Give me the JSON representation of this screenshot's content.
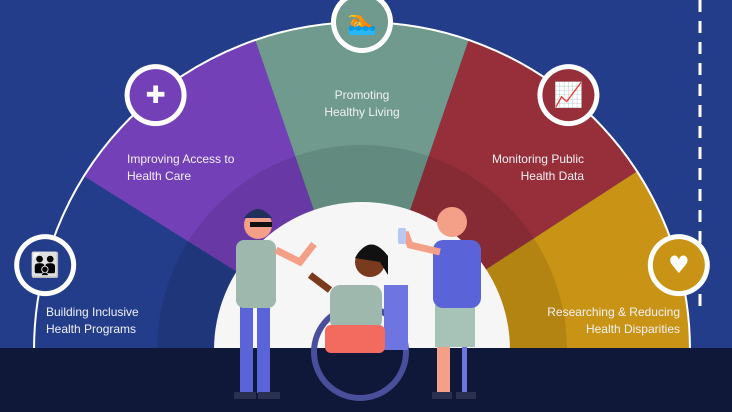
{
  "segments": [
    {
      "label_line1": "Building Inclusive",
      "label_line2": "Health Programs",
      "icon": "family-icon",
      "color": "#233d8a"
    },
    {
      "label_line1": "Improving Access to",
      "label_line2": "Health Care",
      "icon": "medical-kit-icon",
      "color": "#7440b8"
    },
    {
      "label_line1": "Promoting",
      "label_line2": "Healthy Living",
      "icon": "swimmer-icon",
      "color": "#6f9a8d"
    },
    {
      "label_line1": "Monitoring Public",
      "label_line2": "Health Data",
      "icon": "line-chart-icon",
      "color": "#962f39"
    },
    {
      "label_line1": "Researching & Reducing",
      "label_line2": "Health Disparities",
      "icon": "heartbeat-icon",
      "color": "#c99416"
    }
  ],
  "colors": {
    "background": "#233d8a",
    "ground": "#0f1838",
    "center": "#f5f5f5"
  }
}
